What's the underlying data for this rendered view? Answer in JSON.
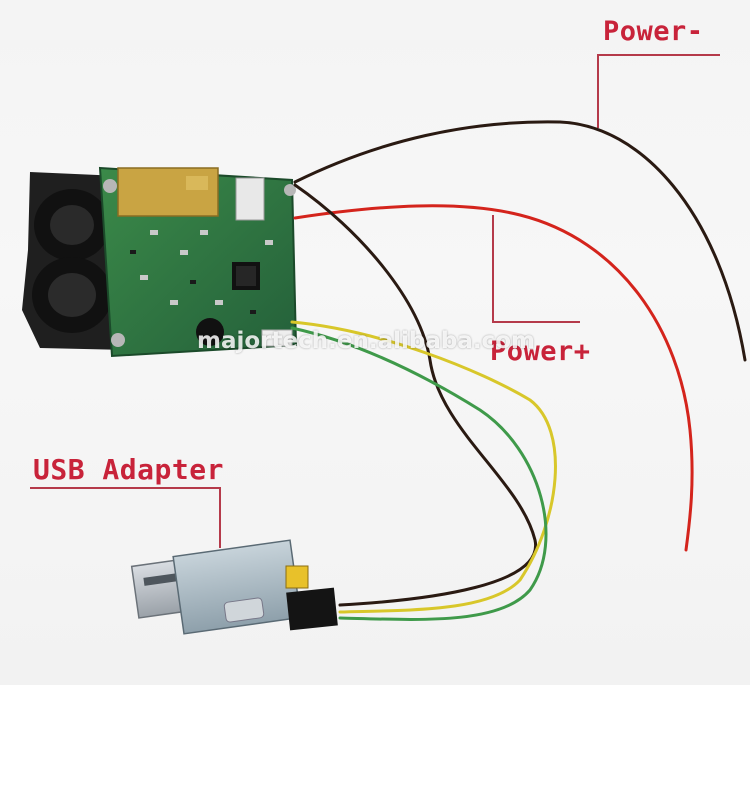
{
  "labels": {
    "power_minus": "Power-",
    "power_plus": "Power+",
    "usb_adapter": "USB Adapter"
  },
  "watermark": "majortech.en.alibaba.com",
  "colors": {
    "label_red": "#c8233a",
    "pcb_green": "#2f7a3e",
    "wire_black": "#2a1a12",
    "wire_red": "#d4241c",
    "wire_yellow": "#d8c72a",
    "wire_green": "#3f9a4a"
  }
}
